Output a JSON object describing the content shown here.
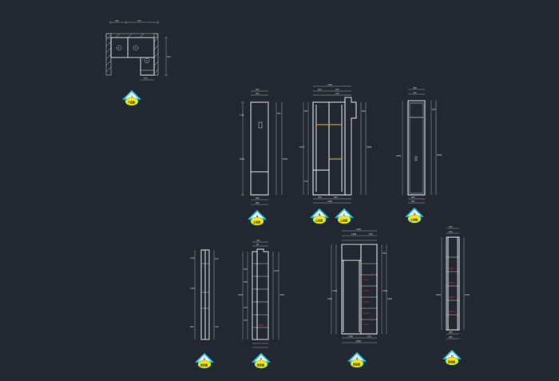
{
  "plan": {
    "dims_top": [
      "470",
      "750"
    ],
    "dim_side": "900",
    "dim_bottom": "353",
    "markers": [
      "1",
      "2",
      "3"
    ]
  },
  "elevation_a": {
    "dims_top": [
      "450",
      "564"
    ],
    "dims_left": [
      "1.80",
      "2990"
    ],
    "dims_right": [
      "560",
      "2440"
    ],
    "dims_bottom": [
      "580",
      "564"
    ]
  },
  "elevation_b": {
    "dims_top": [
      "1360",
      "450",
      "450",
      "310"
    ],
    "dims_left": [
      "467",
      "2030",
      "970"
    ],
    "dims_right": [
      "560",
      "2990"
    ],
    "dims_bottom": [
      "580",
      "580",
      "1360"
    ]
  },
  "elevation_c": {
    "dims_top": [
      "560",
      "450"
    ],
    "dims_left": [
      "2990"
    ],
    "dims_right": [
      "560",
      "2440"
    ],
    "dims_bottom": [
      "580",
      "564"
    ]
  },
  "elevation_d": {
    "dims_left": [
      "3.80",
      "1980",
      "960"
    ],
    "dims_right": [
      "610",
      "450"
    ]
  },
  "elevation_e": {
    "dims_top": [
      "353",
      "60"
    ],
    "dims_left": [
      "2990",
      "590",
      "540",
      "540",
      "540"
    ],
    "dims_right": [
      "2040",
      "2990"
    ],
    "red_labels": [
      "R05"
    ]
  },
  "elevation_f": {
    "dims_top": [
      "1620",
      "1490",
      "240"
    ],
    "dims_left": [
      "2580",
      "2990"
    ],
    "dims_right": [
      "2580",
      "2990",
      "560"
    ],
    "dims_bottom": [
      "1490",
      "120",
      "1620"
    ],
    "red_labels": [
      "A-01",
      "A-02",
      "A-03",
      "A-04",
      "A-05"
    ]
  },
  "elevation_g": {
    "dims_top": [
      "353",
      "200"
    ],
    "dims_left": [
      "2990"
    ],
    "dims_right": [
      "2040"
    ],
    "dims_bottom": [
      "363",
      "393"
    ],
    "red_labels": [
      "R01",
      "R02",
      "R03",
      "R04"
    ]
  },
  "badges": [
    {
      "num": "1",
      "label": "平面图"
    },
    {
      "num": "A",
      "label": "立面图"
    },
    {
      "num": "B",
      "label": "立面图"
    },
    {
      "num": "C",
      "label": "立面图"
    },
    {
      "num": "D",
      "label": "立面图"
    },
    {
      "num": "E",
      "label": "剖面图"
    },
    {
      "num": "F",
      "label": "剖面图"
    },
    {
      "num": "G",
      "label": "剖面图"
    },
    {
      "num": "H",
      "label": "剖面图"
    }
  ],
  "colors": {
    "background": "#222831",
    "line": "#e8e8e8",
    "badge_outline": "#1fc6e8",
    "badge_fill": "#ffe600",
    "accent_red": "#ff2a2a",
    "accent_orange": "#c8a040"
  }
}
